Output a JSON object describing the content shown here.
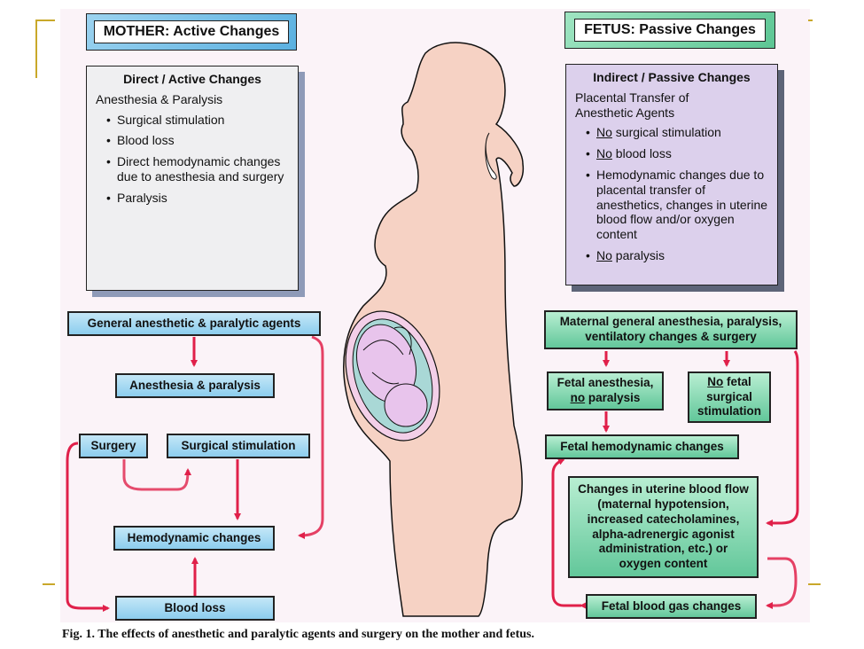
{
  "figure": {
    "caption": "Fig. 1. The effects of anesthetic and paralytic agents and surgery on the mother and fetus."
  },
  "mother": {
    "header": "MOTHER: Active Changes",
    "info": {
      "title": "Direct / Active Changes",
      "subtitle": "Anesthesia & Paralysis",
      "items": [
        "Surgical stimulation",
        "Blood loss",
        "Direct hemodynamic changes due to anesthesia and surgery",
        "Paralysis"
      ]
    },
    "flow": {
      "general_agents": "General anesthetic & paralytic agents",
      "anesthesia_paralysis": "Anesthesia & paralysis",
      "surgery": "Surgery",
      "surgical_stimulation": "Surgical stimulation",
      "hemodynamic_changes": "Hemodynamic changes",
      "blood_loss": "Blood loss"
    }
  },
  "fetus": {
    "header": "FETUS: Passive Changes",
    "info": {
      "title": "Indirect / Passive Changes",
      "subtitle": "Placental Transfer of Anesthetic Agents",
      "items": [
        {
          "prefix": "No",
          "text": " surgical stimulation"
        },
        {
          "prefix": "No",
          "text": " blood loss"
        },
        {
          "prefix": "",
          "text": "Hemodynamic changes due to placental transfer of anesthetics, changes in uterine blood flow and/or oxygen content"
        },
        {
          "prefix": "No",
          "text": " paralysis"
        }
      ]
    },
    "flow": {
      "maternal": "Maternal general anesthesia, paralysis, ventilatory changes & surgery",
      "fetal_anesthesia_a": "Fetal anesthesia,",
      "fetal_anesthesia_b_prefix": "no",
      "fetal_anesthesia_b": " paralysis",
      "no_fetal_prefix": "No",
      "no_fetal_a": " fetal",
      "no_fetal_b": "surgical stimulation",
      "fetal_hemodynamic": "Fetal hemodynamic changes",
      "uterine": "Changes in uterine blood flow (maternal hypotension, increased catecholamines, alpha-adrenergic agonist administration, etc.) or oxygen content",
      "fetal_blood_gas": "Fetal blood gas changes"
    }
  },
  "colors": {
    "arrow": "#e0204a",
    "skin": "#f6d2c4",
    "fetus": "#e8c4ec",
    "fluid": "#a9d8d6",
    "mother_box": "#9cd3f0",
    "fetus_box": "#62c79a",
    "fetus_info_bg": "#dcd0ec"
  }
}
